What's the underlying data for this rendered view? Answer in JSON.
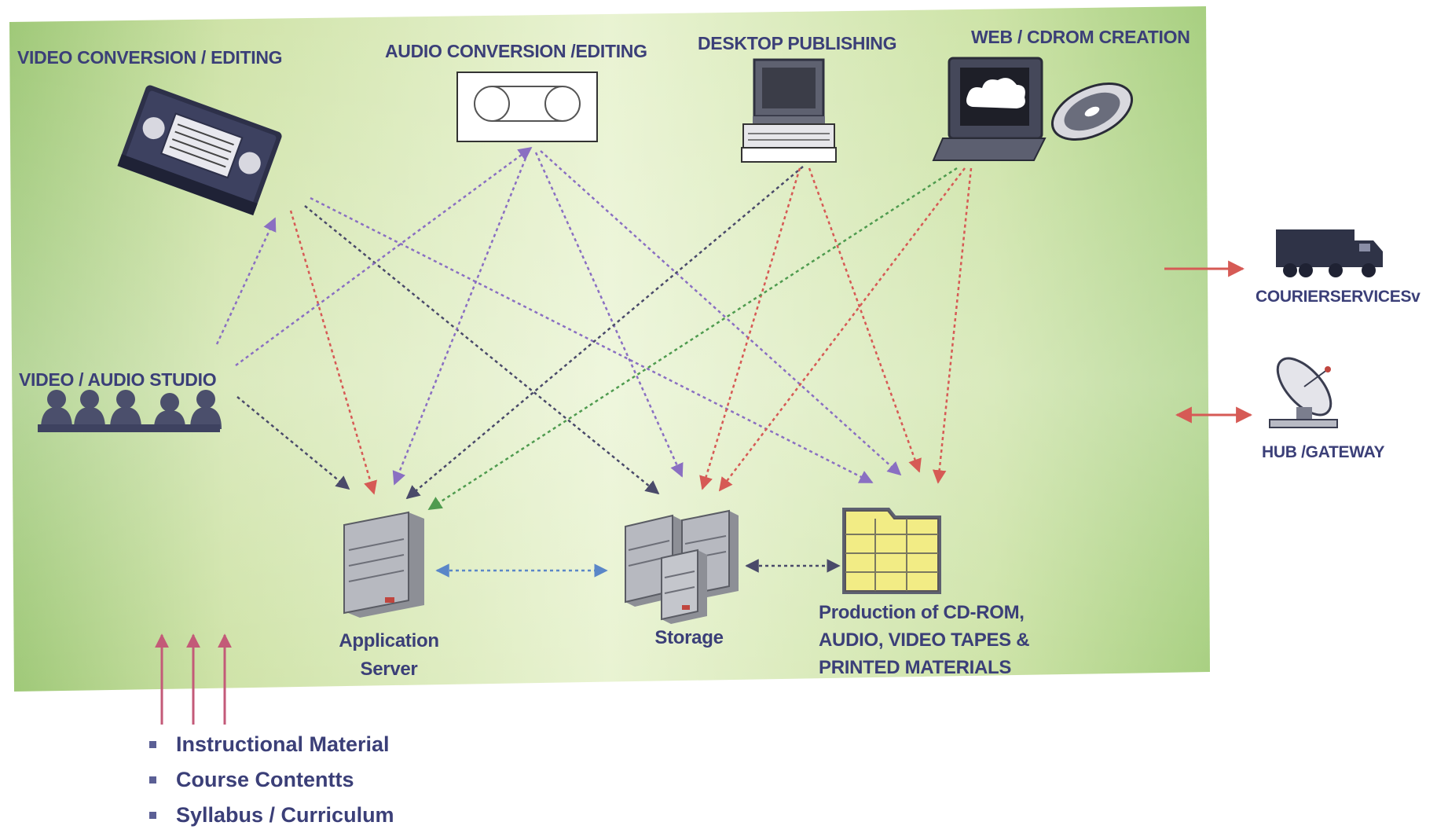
{
  "labels": {
    "video_editing": "VIDEO CONVERSION / EDITING",
    "audio_editing": "AUDIO CONVERSION /EDITING",
    "desktop_publishing": "DESKTOP PUBLISHING",
    "web_cdrom": "WEB / CDROM CREATION",
    "studio": "VIDEO  / AUDIO STUDIO",
    "app_server": "Application\nServer",
    "storage": "Storage",
    "production": "Production of CD-ROM,\nAUDIO, VIDEO TAPES &\nPRINTED MATERIALS",
    "courier": "COURIERSERVICESv",
    "hub": "HUB /GATEWAY"
  },
  "inputs": [
    "Instructional Material",
    "Course Contentts",
    "Syllabus / Curriculum"
  ],
  "colors": {
    "background_green": "#a9cf7e",
    "label_text": "#3b3f78",
    "arrow_red": "#d65a55",
    "arrow_dark": "#4a4a6a",
    "arrow_purple": "#8a6fc2",
    "arrow_blue": "#5a86c8",
    "arrow_green": "#4f9b4f",
    "input_arrow": "#c35a78"
  }
}
